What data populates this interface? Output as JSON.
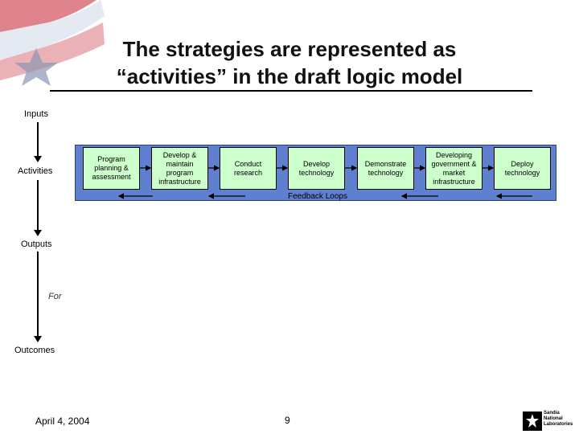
{
  "title": {
    "line1": "The strategies are represented as",
    "line2": "“activities” in the draft logic model"
  },
  "stages": {
    "inputs": "Inputs",
    "activities": "Activities",
    "outputs": "Outputs",
    "for": "For",
    "outcomes": "Outcomes"
  },
  "activities": [
    "Program planning & assessment",
    "Develop & maintain program infrastructure",
    "Conduct research",
    "Develop technology",
    "Demonstrate technology",
    "Developing government & market infrastructure",
    "Deploy technology"
  ],
  "feedback_label": "Feedback Loops",
  "footer": {
    "date": "April 4, 2004",
    "page": "9",
    "logo_text": "Sandia National Laboratories"
  },
  "colors": {
    "panel": "#5f7fcf",
    "box": "#ccffcc"
  }
}
